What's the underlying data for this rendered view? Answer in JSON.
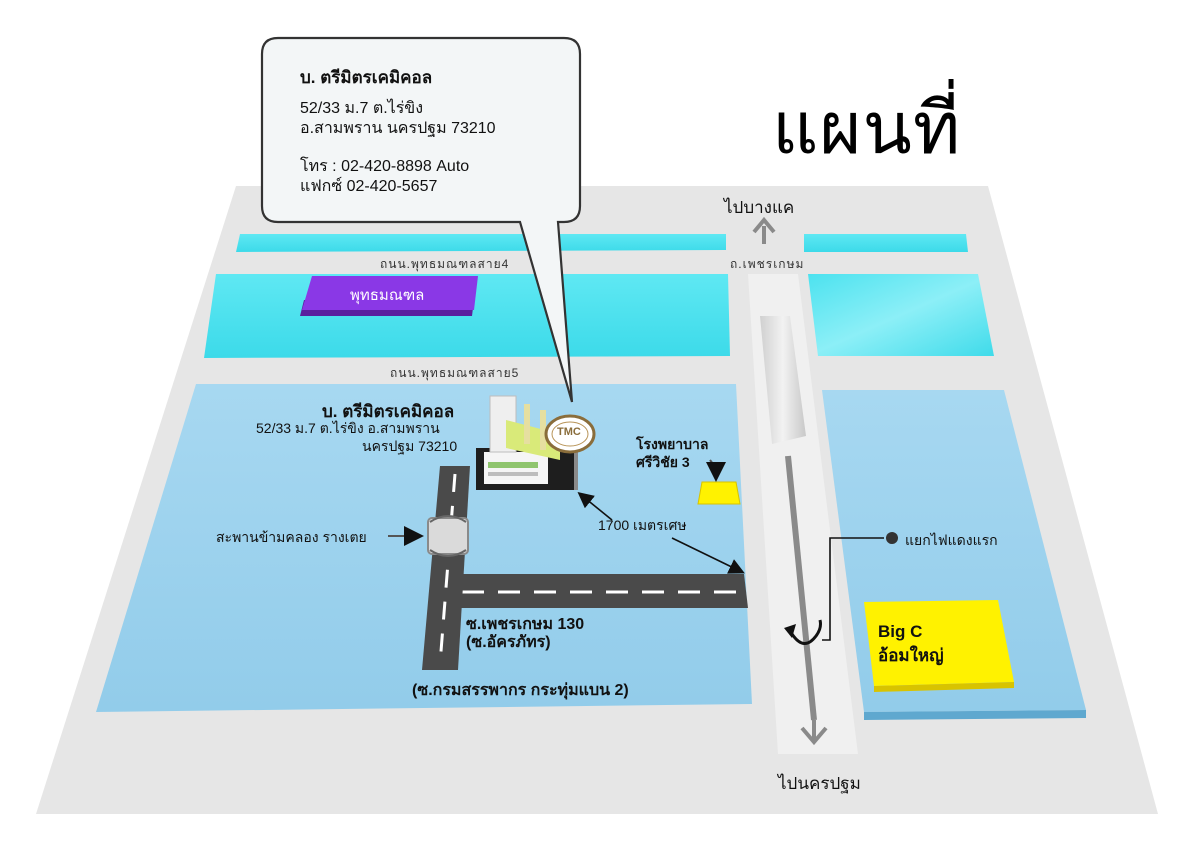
{
  "page_title": "แผนที่",
  "callout": {
    "company": "บ. ตรีมิตรเคมิคอล",
    "address_line1": "52/33 ม.7 ต.ไร่ขิง",
    "address_line2": "อ.สามพราน นครปฐม 73210",
    "phone": "โทร : 02-420-8898 Auto",
    "fax": "แฟกซ์ 02-420-5657"
  },
  "map_company": {
    "name": "บ. ตรีมิตรเคมิคอล",
    "line1": "52/33 ม.7 ต.ไร่ขิง อ.สามพราน",
    "line2": "นครปฐม 73210",
    "logo_text": "TMC"
  },
  "roads": {
    "top_road": "ถนน.พุทธมณฑลสาย4",
    "mid_road": "ถนน.พุทธมณฑลสาย5",
    "main_road": "ถ.เพชรเกษม",
    "soi": "ซ.เพชรเกษม 130",
    "soi_alt": "(ซ.อัครภัทร)",
    "soi_bottom": "(ซ.กรมสรรพากร กระทุ่มแบน 2)"
  },
  "places": {
    "temple": "พุทธมณฑล",
    "hospital_line1": "โรงพยาบาล",
    "hospital_line2": "ศรีวิชัย 3",
    "bridge": "สะพานข้ามคลอง รางเตย",
    "traffic_light": "แยกไฟแดงแรก",
    "bigc_line1": "Big C",
    "bigc_line2": "อ้อมใหญ่"
  },
  "distance": "1700 เมตรเศษ",
  "directions": {
    "north": "ไปบางแค",
    "south": "ไปนครปฐม"
  },
  "colors": {
    "cyan": "#43E0EE",
    "light_blue": "#9DD1EC",
    "purple": "#8A38E6",
    "yellow": "#FFF200",
    "road_dark": "#4A4A4A",
    "ground": "#E8E8E8"
  }
}
